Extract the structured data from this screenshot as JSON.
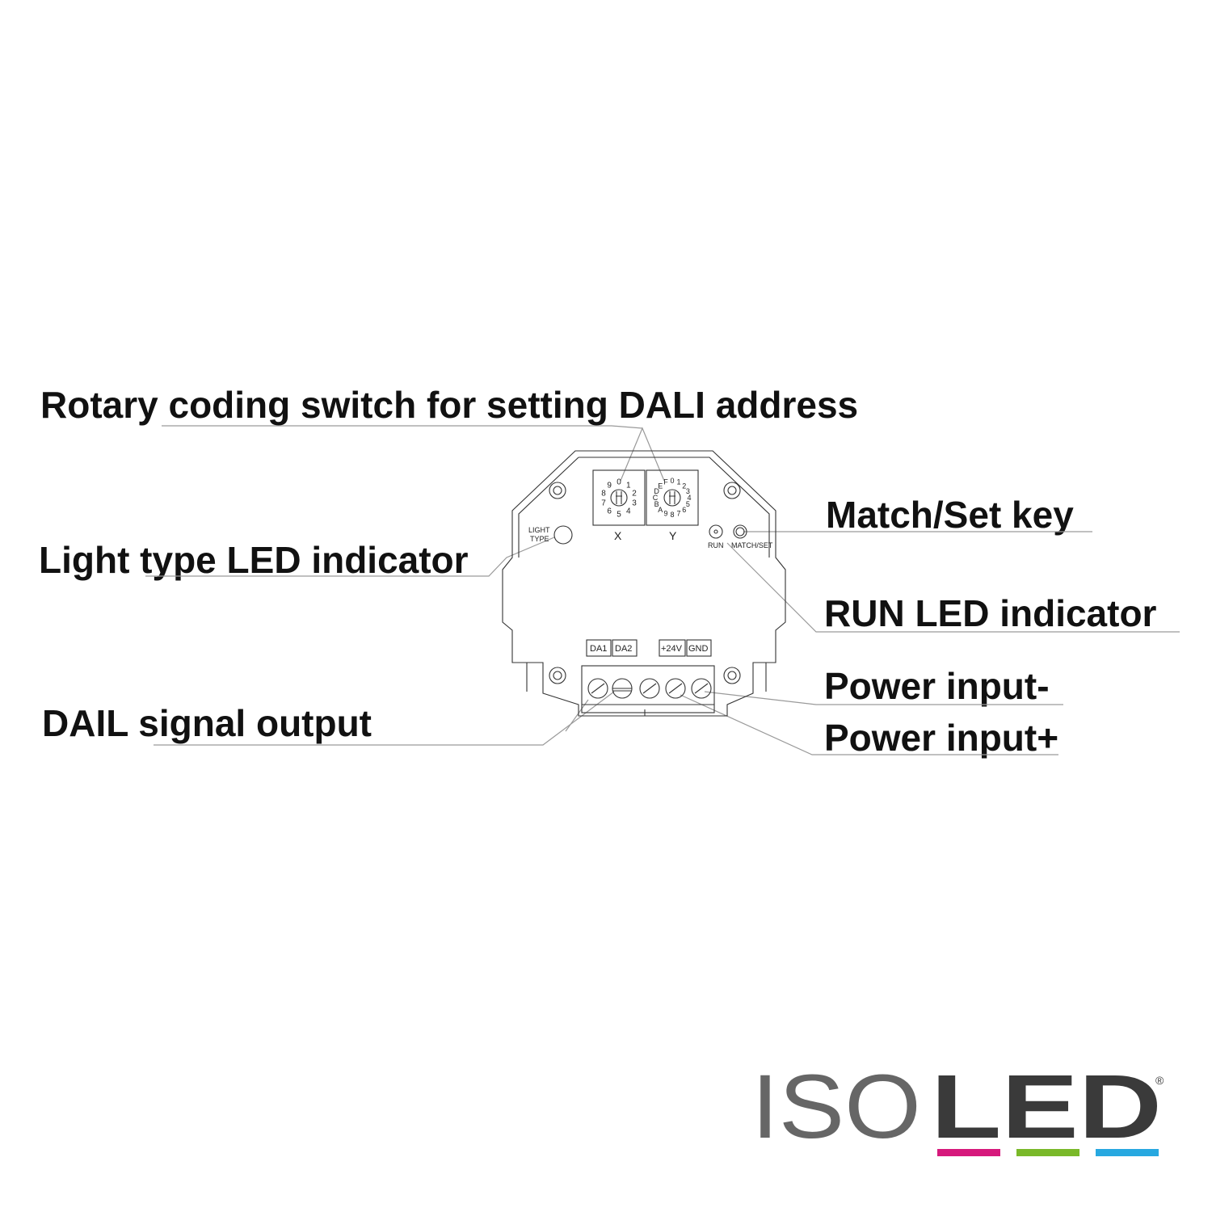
{
  "callouts": {
    "rotary_switch": "Rotary coding switch for setting DALI address",
    "match_set_key": "Match/Set key",
    "light_type_led": "Light type LED indicator",
    "run_led": "RUN LED indicator",
    "power_input_minus": "Power input-",
    "power_input_plus": "Power input+",
    "dali_signal_output": "DAIL signal output"
  },
  "device": {
    "light_type_label_1": "LIGHT",
    "light_type_label_2": "TYPE",
    "switch_x_label": "X",
    "switch_y_label": "Y",
    "switch_x_digits": [
      "0",
      "1",
      "2",
      "3",
      "4",
      "5",
      "6",
      "7",
      "8",
      "9"
    ],
    "switch_y_digits": [
      "0",
      "1",
      "2",
      "3",
      "4",
      "5",
      "6",
      "7",
      "8",
      "9",
      "A",
      "B",
      "C",
      "D",
      "E",
      "F"
    ],
    "run_label": "RUN",
    "match_set_label": "MATCH/SET",
    "terminals": [
      "DA1",
      "DA2",
      "+24V",
      "GND"
    ]
  },
  "logo": {
    "text_light": "ISO",
    "text_bold": "LED",
    "registered": "®",
    "bar_colors": [
      "#d6197c",
      "#7ab929",
      "#27a8e0"
    ]
  }
}
